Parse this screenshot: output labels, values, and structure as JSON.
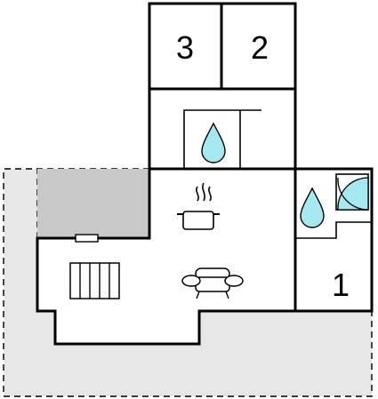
{
  "rooms": {
    "room_1": {
      "label": "1"
    },
    "room_2": {
      "label": "2"
    },
    "room_3": {
      "label": "3"
    }
  },
  "colors": {
    "terrace": "#e6e6e6",
    "covered_area": "#c8c8c8",
    "wall": "#000000",
    "water": "#a6e8f0",
    "shower": "#a6e8f0"
  },
  "icons": [
    "water-drop-icon",
    "water-drop-icon",
    "shower-icon",
    "cooking-pot-icon",
    "sofa-icon",
    "staircase-icon",
    "radiator-icon"
  ]
}
